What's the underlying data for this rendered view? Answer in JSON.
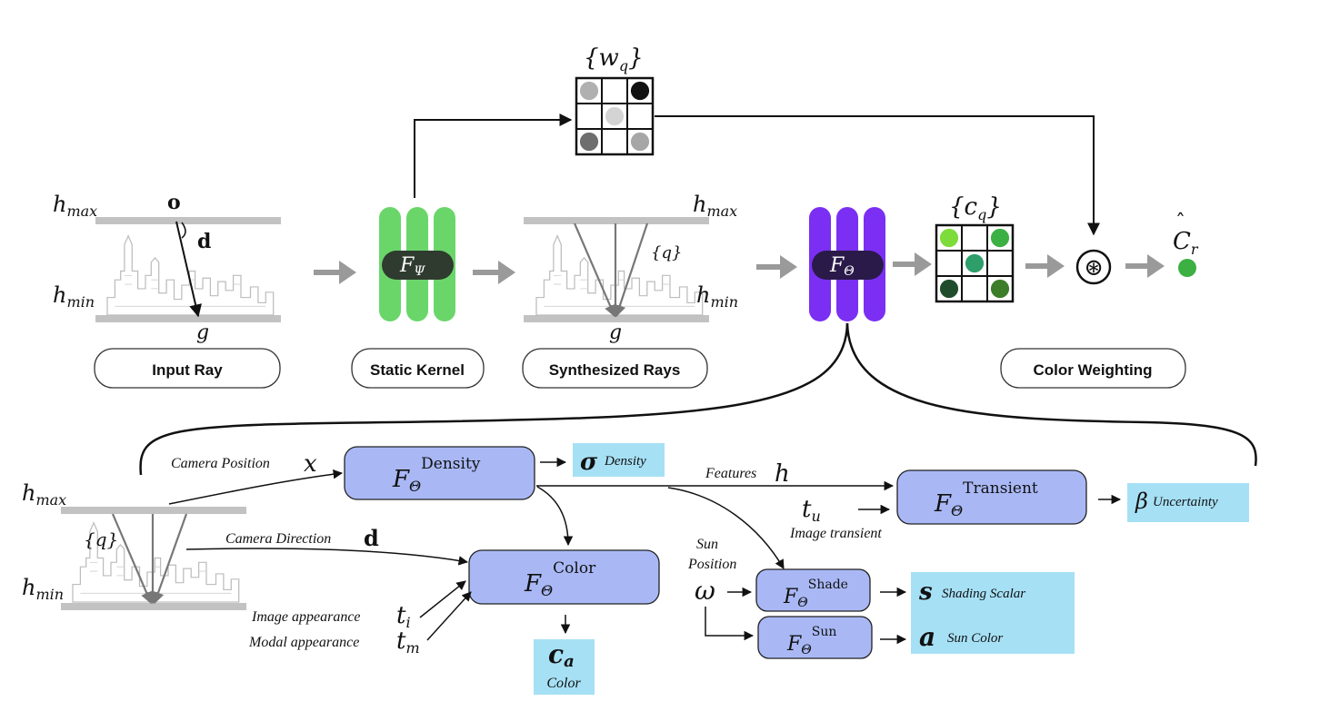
{
  "top": {
    "input_ray": {
      "hmax": "h",
      "hmax_sub": "max",
      "hmin": "h",
      "hmin_sub": "min",
      "origin": "o",
      "direction": "d",
      "ground": "g",
      "label": "Input Ray"
    },
    "static_kernel": {
      "symbol": "F",
      "sub": "Ψ",
      "label": "Static Kernel"
    },
    "synth_rays": {
      "hmax": "h",
      "hmax_sub": "max",
      "hmin": "h",
      "hmin_sub": "min",
      "set": "{q}",
      "ground": "g",
      "label": "Synthesized Rays"
    },
    "weights": {
      "open": "{",
      "symbol": "w",
      "sub": "q",
      "close": "}"
    },
    "theta_net": {
      "symbol": "F",
      "sub": "Θ"
    },
    "colors": {
      "open": "{",
      "symbol": "c",
      "sub": "q",
      "close": "}"
    },
    "combine": {
      "operator": "⊛"
    },
    "output": {
      "symbol": "C",
      "hat": "ˆ",
      "sub": "r"
    },
    "color_weighting": {
      "label": "Color Weighting"
    }
  },
  "grids": {
    "weights_cells": [
      "#b0b0b0",
      "#ffffff",
      "#111111",
      "#ffffff",
      "#d4d4d4",
      "#ffffff",
      "#6e6e6e",
      "#ffffff",
      "#a6a6a6"
    ],
    "colors_cells": [
      "#7ddc3a",
      "#ffffff",
      "#3cb043",
      "#ffffff",
      "#2e9e6a",
      "#ffffff",
      "#1f4d2b",
      "#ffffff",
      "#3b7d28"
    ]
  },
  "bottom": {
    "ray": {
      "hmax": "h",
      "hmax_sub": "max",
      "hmin": "h",
      "hmin_sub": "min",
      "set": "{q}"
    },
    "camera_position": {
      "label": "Camera Position",
      "symbol": "x"
    },
    "camera_direction": {
      "label": "Camera Direction",
      "symbol": "d"
    },
    "density_net": {
      "symbol": "F",
      "sub": "Θ",
      "sup": "Density"
    },
    "density_out": {
      "symbol": "σ",
      "label": "Density"
    },
    "features": {
      "label": "Features",
      "symbol": "h"
    },
    "transient_input": {
      "symbol": "t",
      "sub": "u",
      "label": "Image transient"
    },
    "transient_net": {
      "symbol": "F",
      "sub": "Θ",
      "sup": "Transient"
    },
    "uncertainty_out": {
      "symbol": "β",
      "label": "Uncertainty"
    },
    "color_net": {
      "symbol": "F",
      "sub": "Θ",
      "sup": "Color"
    },
    "image_appearance": {
      "label": "Image appearance",
      "symbol": "t",
      "sub": "i"
    },
    "modal_appearance": {
      "label": "Modal appearance",
      "symbol": "t",
      "sub": "m"
    },
    "color_out": {
      "symbol": "c",
      "sub": "a",
      "label": "Color"
    },
    "sun_position": {
      "label_line1": "Sun",
      "label_line2": "Position",
      "symbol": "ω"
    },
    "shade_net": {
      "symbol": "F",
      "sub": "Θ",
      "sup": "Shade"
    },
    "shade_out": {
      "symbol": "s",
      "label": "Shading Scalar"
    },
    "sun_net": {
      "symbol": "F",
      "sub": "Θ",
      "sup": "Sun"
    },
    "sun_out": {
      "symbol": "a",
      "label": "Sun Color"
    }
  },
  "palette": {
    "green_net": "#6ad66a",
    "purple_net": "#7b2ff2",
    "mlp_box": "#a9b8f5",
    "output_box": "#a6e0f5",
    "plane": "#c2c2c2",
    "flow_arrow": "#9a9a9a"
  }
}
